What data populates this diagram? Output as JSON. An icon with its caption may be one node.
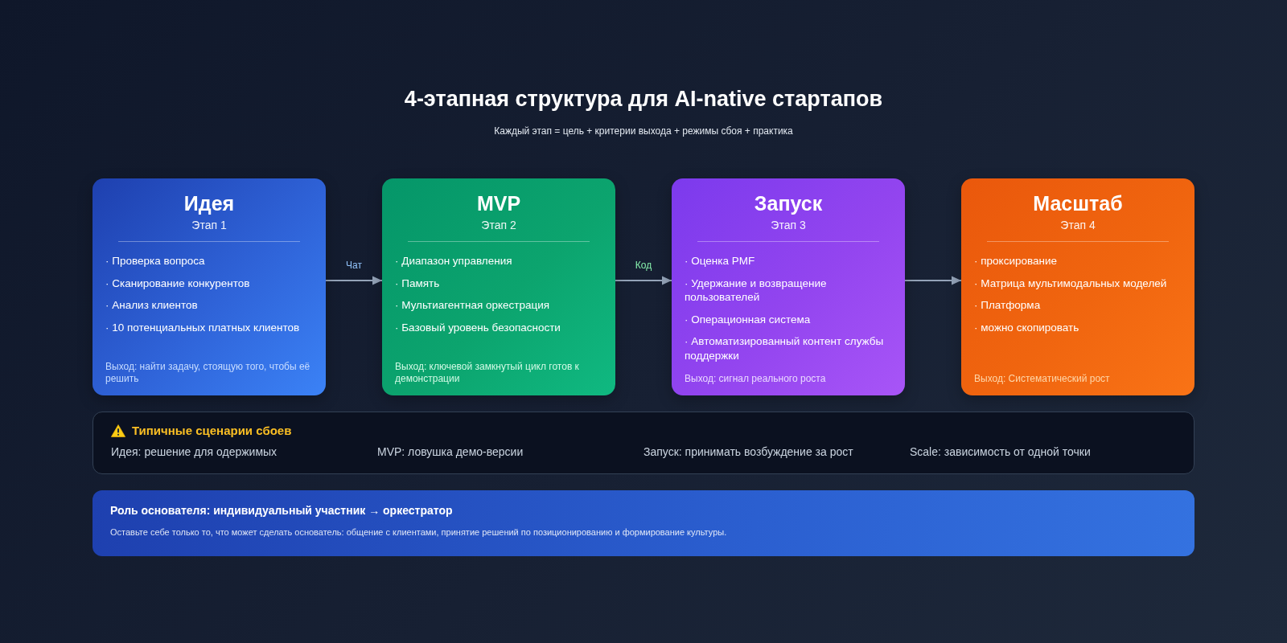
{
  "diagram": {
    "title": "4-этапная структура для AI-native стартапов",
    "nodes": [
      {
        "text": [
          "Идея",
          "Этап 1",
          "· Проверка вопроса",
          "· Сканирование конкурентов",
          "· Анализ клиентов",
          "· 10 потенциальных платных клиентов",
          "Выход: найти задачу, стоящую того, чтобы её решить"
        ]
      },
      {
        "text": [
          "MVP",
          "Этап 2",
          "· Диапазон управления",
          "· Память",
          "· Мультиагентная оркестрация",
          "· Базовый уровень безопасности",
          "Выход: ключевой замкнутый цикл готов к демонстрации"
        ]
      },
      {
        "text": [
          "Запуск",
          "Этап 3",
          "· Оценка PMF",
          "· Удержание и возвращение пользователей",
          "· Операционная система",
          "· Автоматизированный контент службы поддержки",
          "Выход: сигнал реального роста"
        ]
      },
      {
        "text": [
          "Масштаб",
          "Этап 4",
          "· проксирование",
          "· Матрица мультимодальных моделей",
          "· Платформа",
          "· можно скопировать",
          "Выход: Систематический рост"
        ]
      },
      {
        "text": [
          "Типичные сценарии сбоев",
          "Идея: решение для одержимых",
          "MVP: ловушка демо-версии",
          "Запуск: принимать возбуждение за рост",
          "Scale: зависимость от одной точки"
        ]
      },
      {
        "text": [
          "Роль основателя: индивидуальный участник → оркестратор",
          "Оставьте себе только то, что может сделать основатель: общение с клиентами, принятие решений по позиционированию и формирование культуры."
        ]
      }
    ],
    "edges": [
      {
        "from": 0,
        "to": 1,
        "arrow": "to",
        "label": "Чат"
      },
      {
        "from": 1,
        "to": 2,
        "arrow": "to",
        "label": "Код"
      },
      {
        "from": 2,
        "to": 3,
        "arrow": "to"
      }
    ],
    "labels": [
      "Каждый этап = цель + критерии выхода + режимы сбоя + практика"
    ]
  }
}
